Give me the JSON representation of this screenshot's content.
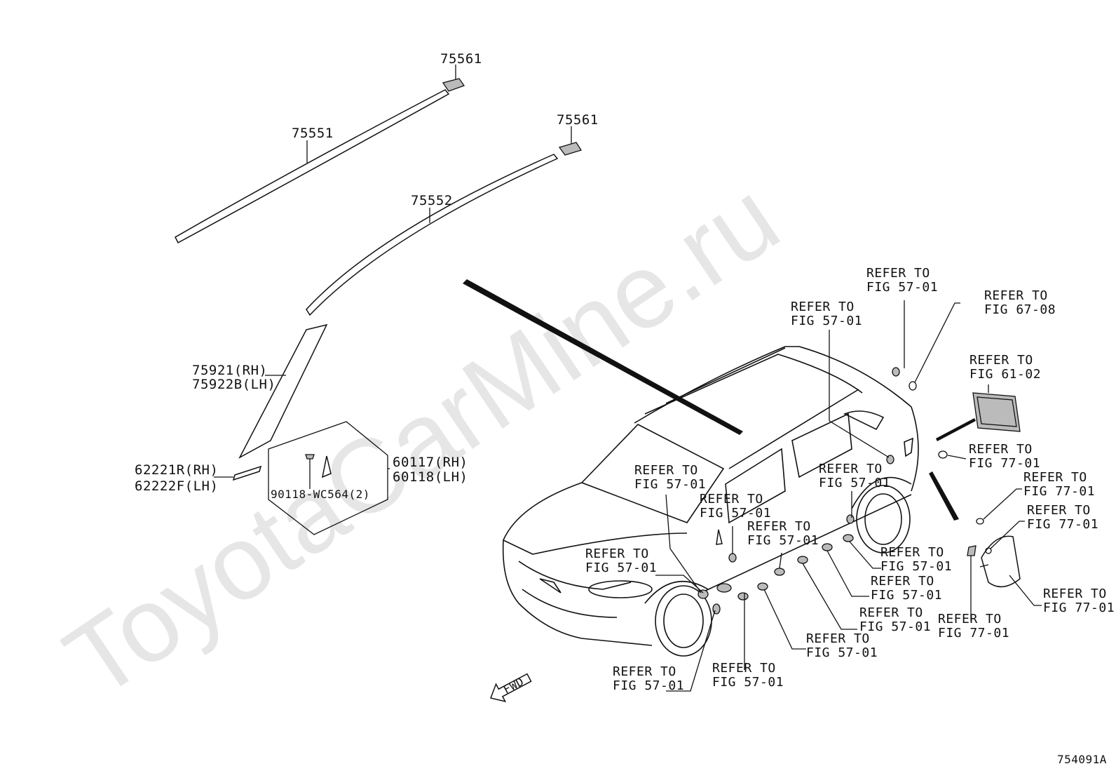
{
  "watermark": "ToyotaCarMine.ru",
  "figure_code": "754091A",
  "fwd_label": "FWD",
  "parts": {
    "clip_upper": "75561",
    "clip_lower": "75561",
    "molding_rh": "75551",
    "molding_lh": "75552",
    "pillar_rh": "75921(RH)",
    "pillar_lh": "75922B(LH)",
    "seal_rh": "62221R(RH)",
    "seal_lh": "62222F(LH)",
    "garnish_rh": "60117(RH)",
    "garnish_lh": "60118(LH)",
    "screw": "90118-WC564(2)"
  },
  "refs": [
    {
      "l1": "REFER TO",
      "l2": "FIG 57-01"
    },
    {
      "l1": "REFER TO",
      "l2": "FIG 57-01"
    },
    {
      "l1": "REFER TO",
      "l2": "FIG 67-08"
    },
    {
      "l1": "REFER TO",
      "l2": "FIG 61-02"
    },
    {
      "l1": "REFER TO",
      "l2": "FIG 77-01"
    },
    {
      "l1": "REFER TO",
      "l2": "FIG 77-01"
    },
    {
      "l1": "REFER TO",
      "l2": "FIG 77-01"
    },
    {
      "l1": "REFER TO",
      "l2": "FIG 77-01"
    },
    {
      "l1": "REFER TO",
      "l2": "FIG 77-01"
    },
    {
      "l1": "REFER TO",
      "l2": "FIG 57-01"
    },
    {
      "l1": "REFER TO",
      "l2": "FIG 57-01"
    },
    {
      "l1": "REFER TO",
      "l2": "FIG 57-01"
    },
    {
      "l1": "REFER TO",
      "l2": "FIG 57-01"
    },
    {
      "l1": "REFER TO",
      "l2": "FIG 57-01"
    },
    {
      "l1": "REFER TO",
      "l2": "FIG 57-01"
    },
    {
      "l1": "REFER TO",
      "l2": "FIG 57-01"
    },
    {
      "l1": "REFER TO",
      "l2": "FIG 57-01"
    },
    {
      "l1": "REFER TO",
      "l2": "FIG 57-01"
    },
    {
      "l1": "REFER TO",
      "l2": "FIG 57-01"
    },
    {
      "l1": "REFER TO",
      "l2": "FIG 57-01"
    }
  ]
}
